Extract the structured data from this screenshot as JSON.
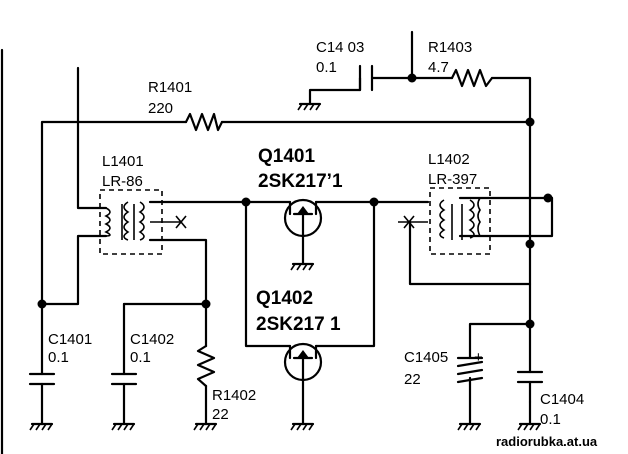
{
  "components": {
    "c1403": {
      "ref": "C14 03",
      "value": "0.1"
    },
    "r1403": {
      "ref": "R1403",
      "value": "4.7"
    },
    "r1401": {
      "ref": "R1401",
      "value": "220"
    },
    "l1401": {
      "ref": "L1401",
      "value": "LR-86"
    },
    "q1401": {
      "ref": "Q1401",
      "part": "2SK217’1"
    },
    "l1402": {
      "ref": "L1402",
      "value": "LR-397"
    },
    "q1402": {
      "ref": "Q1402",
      "part": "2SK217 1"
    },
    "c1401": {
      "ref": "C1401",
      "value": "0.1"
    },
    "c1402": {
      "ref": "C1402",
      "value": "0.1"
    },
    "r1402": {
      "ref": "R1402",
      "value": "22"
    },
    "c1405": {
      "ref": "C1405",
      "value": "22",
      "polarity": "+"
    },
    "c1404": {
      "ref": "C1404",
      "value": "0.1"
    }
  },
  "watermark": "radiorubka.at.ua"
}
